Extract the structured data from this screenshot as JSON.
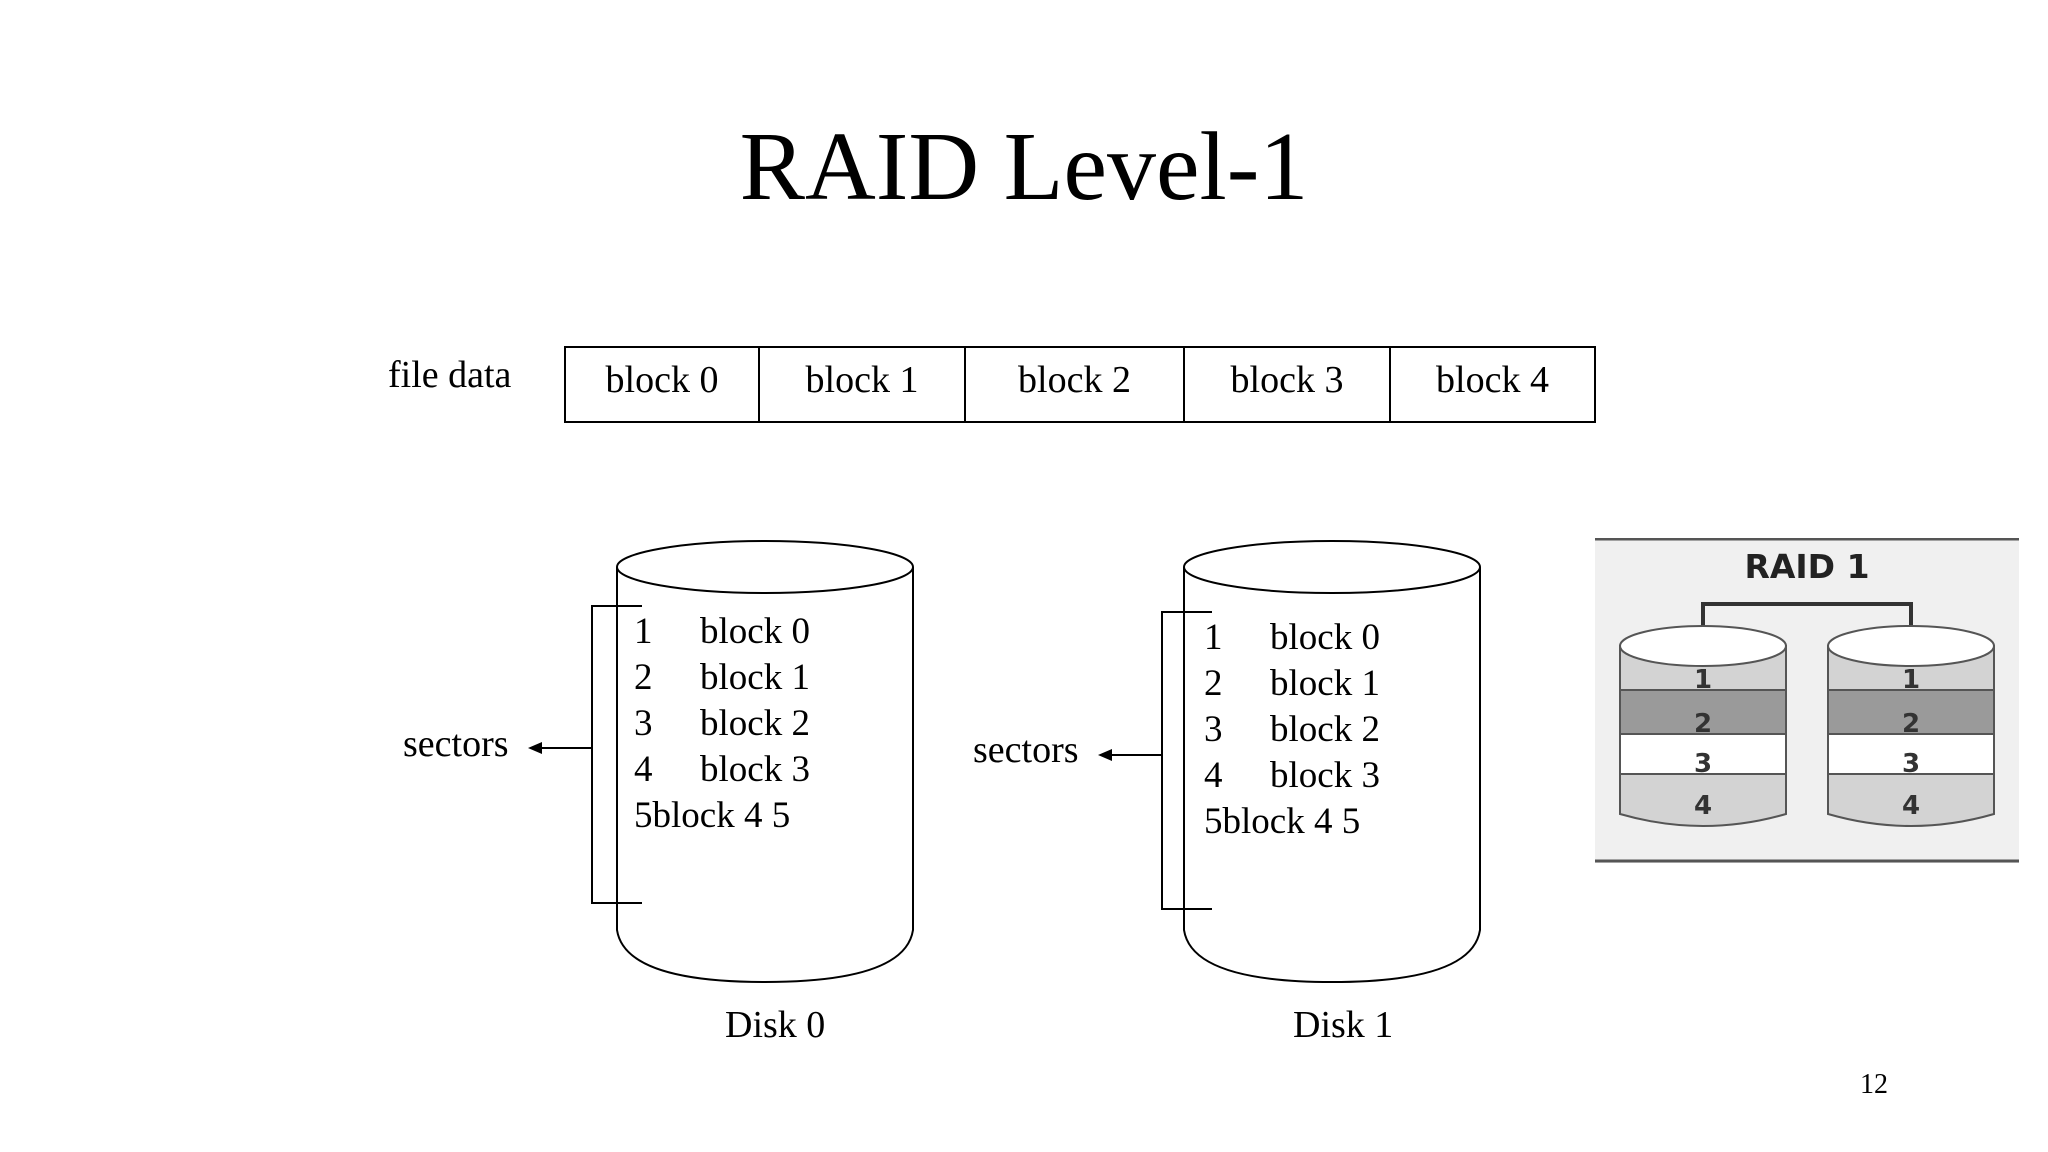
{
  "title": "RAID Level-1",
  "file_data": {
    "label": "file data",
    "blocks": [
      "block 0",
      "block 1",
      "block 2",
      "block 3",
      "block 4"
    ]
  },
  "disks": [
    {
      "label": "Disk 0",
      "sectors_label": "sectors",
      "rows": [
        {
          "num": "1",
          "block": "block 0"
        },
        {
          "num": "2",
          "block": "block 1"
        },
        {
          "num": "3",
          "block": "block 2"
        },
        {
          "num": "4",
          "block": "block 3"
        }
      ],
      "last_row": "5block 4 5"
    },
    {
      "label": "Disk 1",
      "sectors_label": "sectors",
      "rows": [
        {
          "num": "1",
          "block": "block 0"
        },
        {
          "num": "2",
          "block": "block 1"
        },
        {
          "num": "3",
          "block": "block 2"
        },
        {
          "num": "4",
          "block": "block 3"
        }
      ],
      "last_row": "5block 4 5"
    }
  ],
  "raid_illustration": {
    "title": "RAID 1",
    "disk_numbers": [
      "1",
      "2",
      "3",
      "4"
    ],
    "colors": {
      "light": "#d3d3d3",
      "dark": "#9a9a9a",
      "white": "#ffffff",
      "panel": "#f0f0f0"
    }
  },
  "page_number": "12"
}
